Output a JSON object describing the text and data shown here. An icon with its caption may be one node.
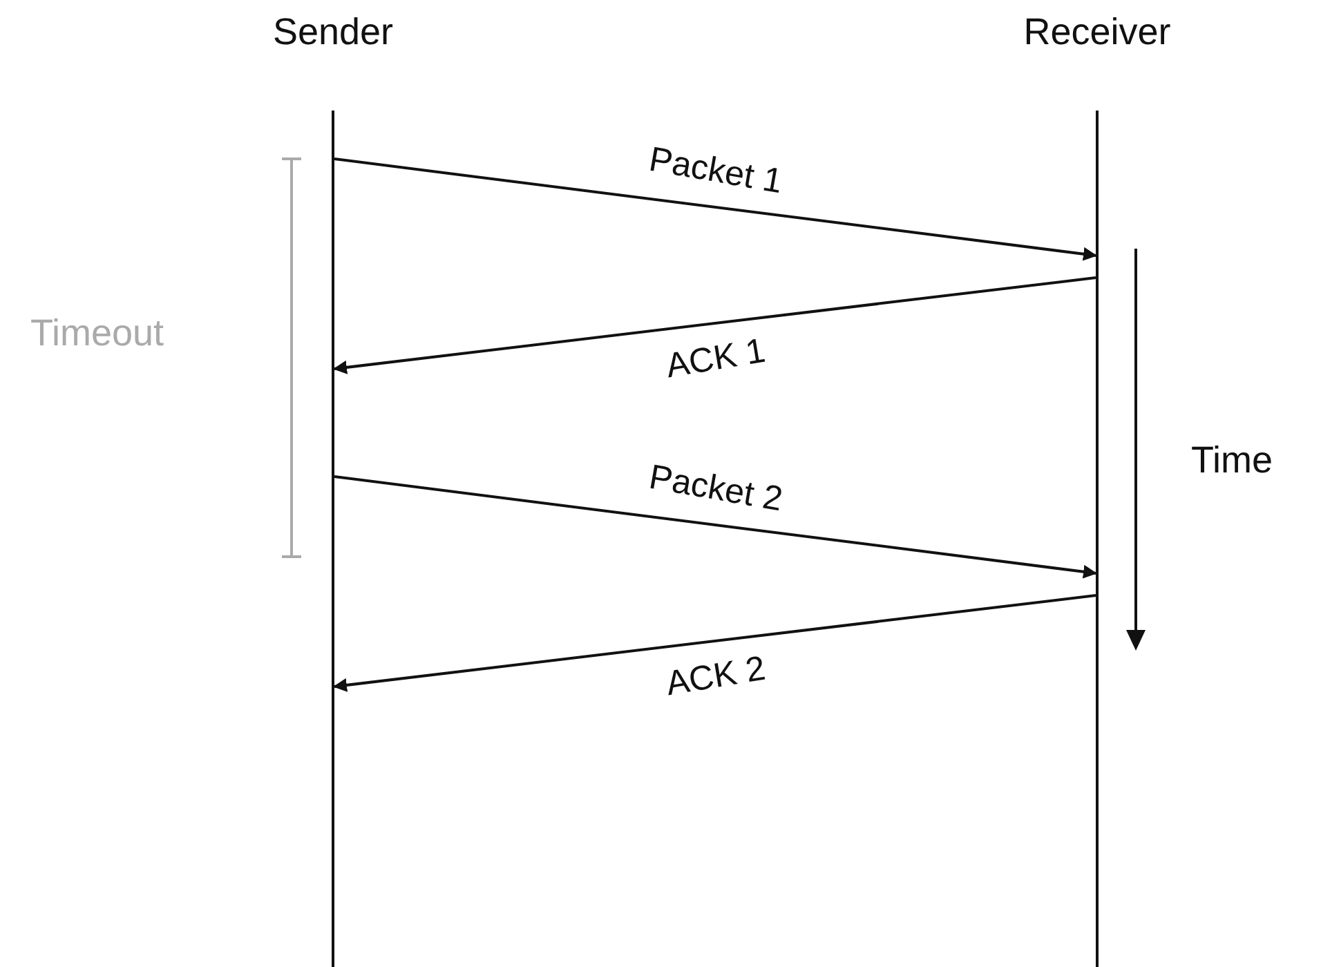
{
  "diagram": {
    "nodes": [
      {
        "text": [
          "Sender"
        ]
      },
      {
        "text": [
          "Receiver"
        ]
      }
    ],
    "edges": [
      {
        "from": 0,
        "to": 1,
        "arrow": "to",
        "label": "Packet 1"
      },
      {
        "from": 1,
        "to": 0,
        "arrow": "to",
        "label": "ACK 1"
      },
      {
        "from": 0,
        "to": 1,
        "arrow": "to",
        "label": "Packet 2"
      },
      {
        "from": 1,
        "to": 0,
        "arrow": "to",
        "label": "ACK 2"
      }
    ],
    "labels": [
      "Timeout",
      "Time"
    ]
  }
}
